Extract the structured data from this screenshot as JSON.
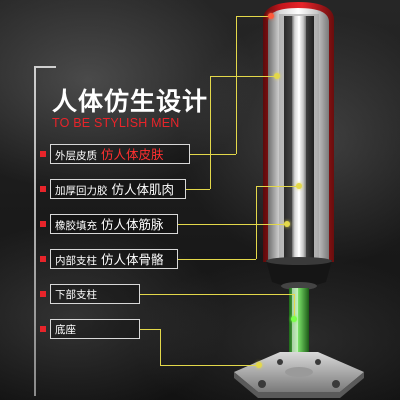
{
  "banner": {
    "title": "人体仿生设计",
    "subtitle": "TO BE STYLISH MEN"
  },
  "layers": [
    {
      "small": "外层皮质",
      "big": "仿人体皮肤",
      "highlight": true
    },
    {
      "small": "加厚回力胶",
      "big": "仿人体肌肉",
      "highlight": false
    },
    {
      "small": "橡胶填充",
      "big": "仿人体筋脉",
      "highlight": false
    },
    {
      "small": "内部支柱",
      "big": "仿人体骨骼",
      "highlight": false
    },
    {
      "small": "下部支柱",
      "big": "",
      "highlight": false
    },
    {
      "small": "底座",
      "big": "",
      "highlight": false
    }
  ],
  "colors": {
    "accent_red": "#e8242a",
    "callout_yellow": "#e3d84a",
    "pole_green": "#3fbf3a"
  }
}
